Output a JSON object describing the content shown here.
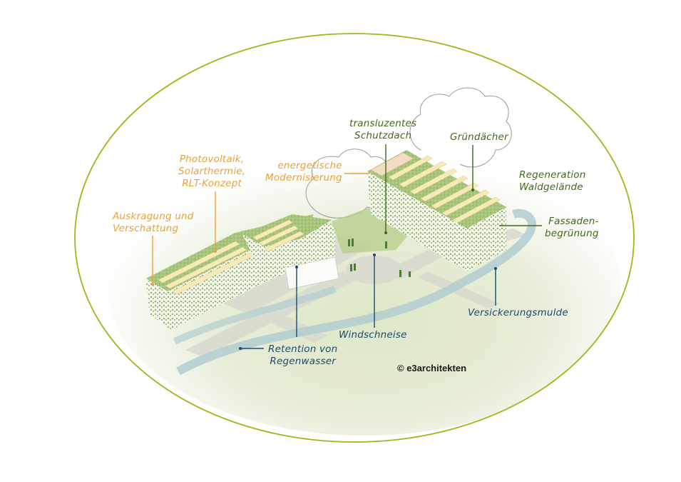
{
  "colors": {
    "ellipse_stroke": "#9cb81a",
    "orange_label": "#e8a23a",
    "green_label": "#3f6a1c",
    "blue_label": "#1d4a6e",
    "roof_green": "#a9c77a",
    "solar_panel": "#f6eab8",
    "water": "#a9c7c9",
    "path": "#d6d8cd",
    "ground": "#e4ebd2"
  },
  "labels": {
    "pv": [
      "Photovoltaik,",
      "Solarthermie,",
      "RLT-Konzept"
    ],
    "auskragung": [
      "Auskragung und",
      "Verschattung"
    ],
    "energetische": [
      "energetische",
      "Modernisierung"
    ],
    "schutzdach": [
      "transluzentes",
      "Schutzdach"
    ],
    "gruendaecher": [
      "Gründächer"
    ],
    "regeneration": [
      "Regeneration",
      "Waldgelände"
    ],
    "fassaden": [
      "Fassaden-",
      "begrünung"
    ],
    "versickerung": [
      "Versickerungsmulde"
    ],
    "windschneise": [
      "Windschneise"
    ],
    "retention": [
      "Retention von",
      "Regenwasser"
    ]
  },
  "copyright": "© e3architekten"
}
